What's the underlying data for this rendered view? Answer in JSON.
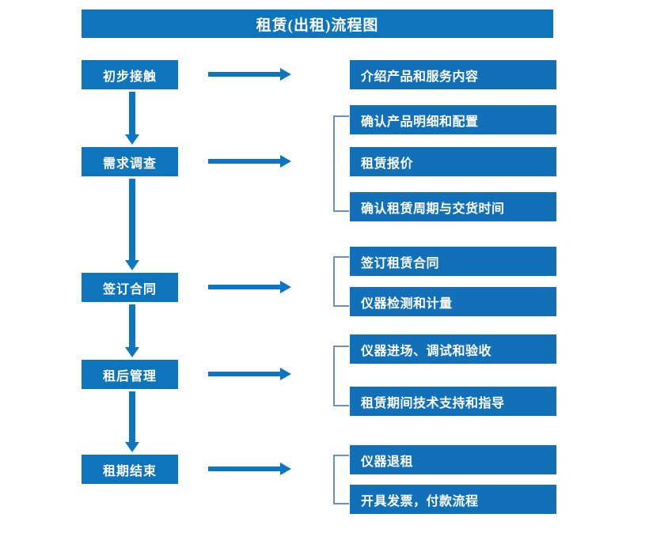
{
  "header": {
    "title": "租赁(出租)流程图",
    "bar_color": "#0e74bc"
  },
  "colors": {
    "box_blue": "#0e74bc",
    "detail_blue": "#1170b8",
    "arrow_blue": "#0c77c0",
    "bracket_blue": "#6b90c0",
    "text_white": "#ffffff",
    "background": "#ffffff"
  },
  "stages": [
    {
      "label": "初步接触"
    },
    {
      "label": "需求调查"
    },
    {
      "label": "签订合同"
    },
    {
      "label": "租后管理"
    },
    {
      "label": "租期结束"
    }
  ],
  "details": [
    {
      "label": "介绍产品和服务内容"
    },
    {
      "label": "确认产品明细和配置"
    },
    {
      "label": "租赁报价"
    },
    {
      "label": "确认租赁周期与交货时间"
    },
    {
      "label": "签订租赁合同"
    },
    {
      "label": "仪器检测和计量"
    },
    {
      "label": "仪器进场、调试和验收"
    },
    {
      "label": "租赁期间技术支持和指导"
    },
    {
      "label": "仪器退租"
    },
    {
      "label": "开具发票，付款流程"
    }
  ],
  "flow": {
    "horizontal_arrow_count": 5,
    "vertical_arrow_count": 4,
    "bracket_count": 4
  }
}
